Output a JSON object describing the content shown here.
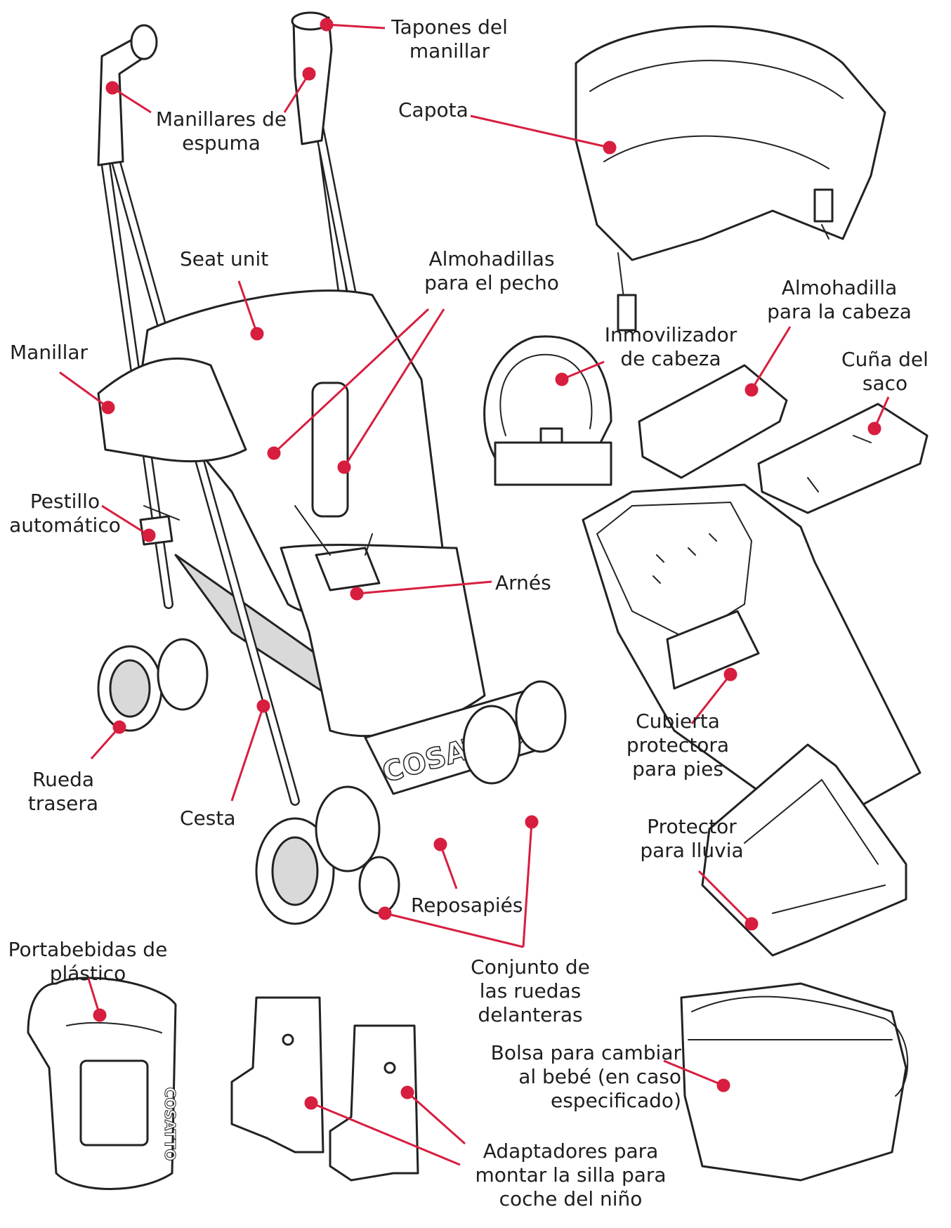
{
  "accent_color": "#d71e3f",
  "labels": {
    "tapones": "Tapones del\nmanillar",
    "manillares_espuma": "Manillares de\nespuma",
    "capota": "Capota",
    "seat_unit": "Seat unit",
    "almohadillas_pecho": "Almohadillas\npara el pecho",
    "manillar": "Manillar",
    "almohadilla_cabeza": "Almohadilla\npara la cabeza",
    "inmovilizador": "Inmovilizador\nde cabeza",
    "cuna_saco": "Cuña del\nsaco",
    "pestillo": "Pestillo\nautomático",
    "arnes": "Arnés",
    "cubierta": "Cubierta\nprotectora\npara pies",
    "rueda_trasera": "Rueda\ntrasera",
    "cesta": "Cesta",
    "protector_lluvia": "Protector\npara lluvia",
    "reposapies": "Reposapiés",
    "portabebidas": "Portabebidas de\nplástico",
    "conjunto_ruedas": "Conjunto de\nlas ruedas\ndelanteras",
    "bolsa": "Bolsa para cambiar\nal bebé (en caso\nespecificado)",
    "adaptadores": "Adaptadores para\nmontar la silla para\ncoche del niño"
  },
  "brand": {
    "footrest_logo": "COSATTO",
    "cupholder_logo": "COSATTO"
  }
}
